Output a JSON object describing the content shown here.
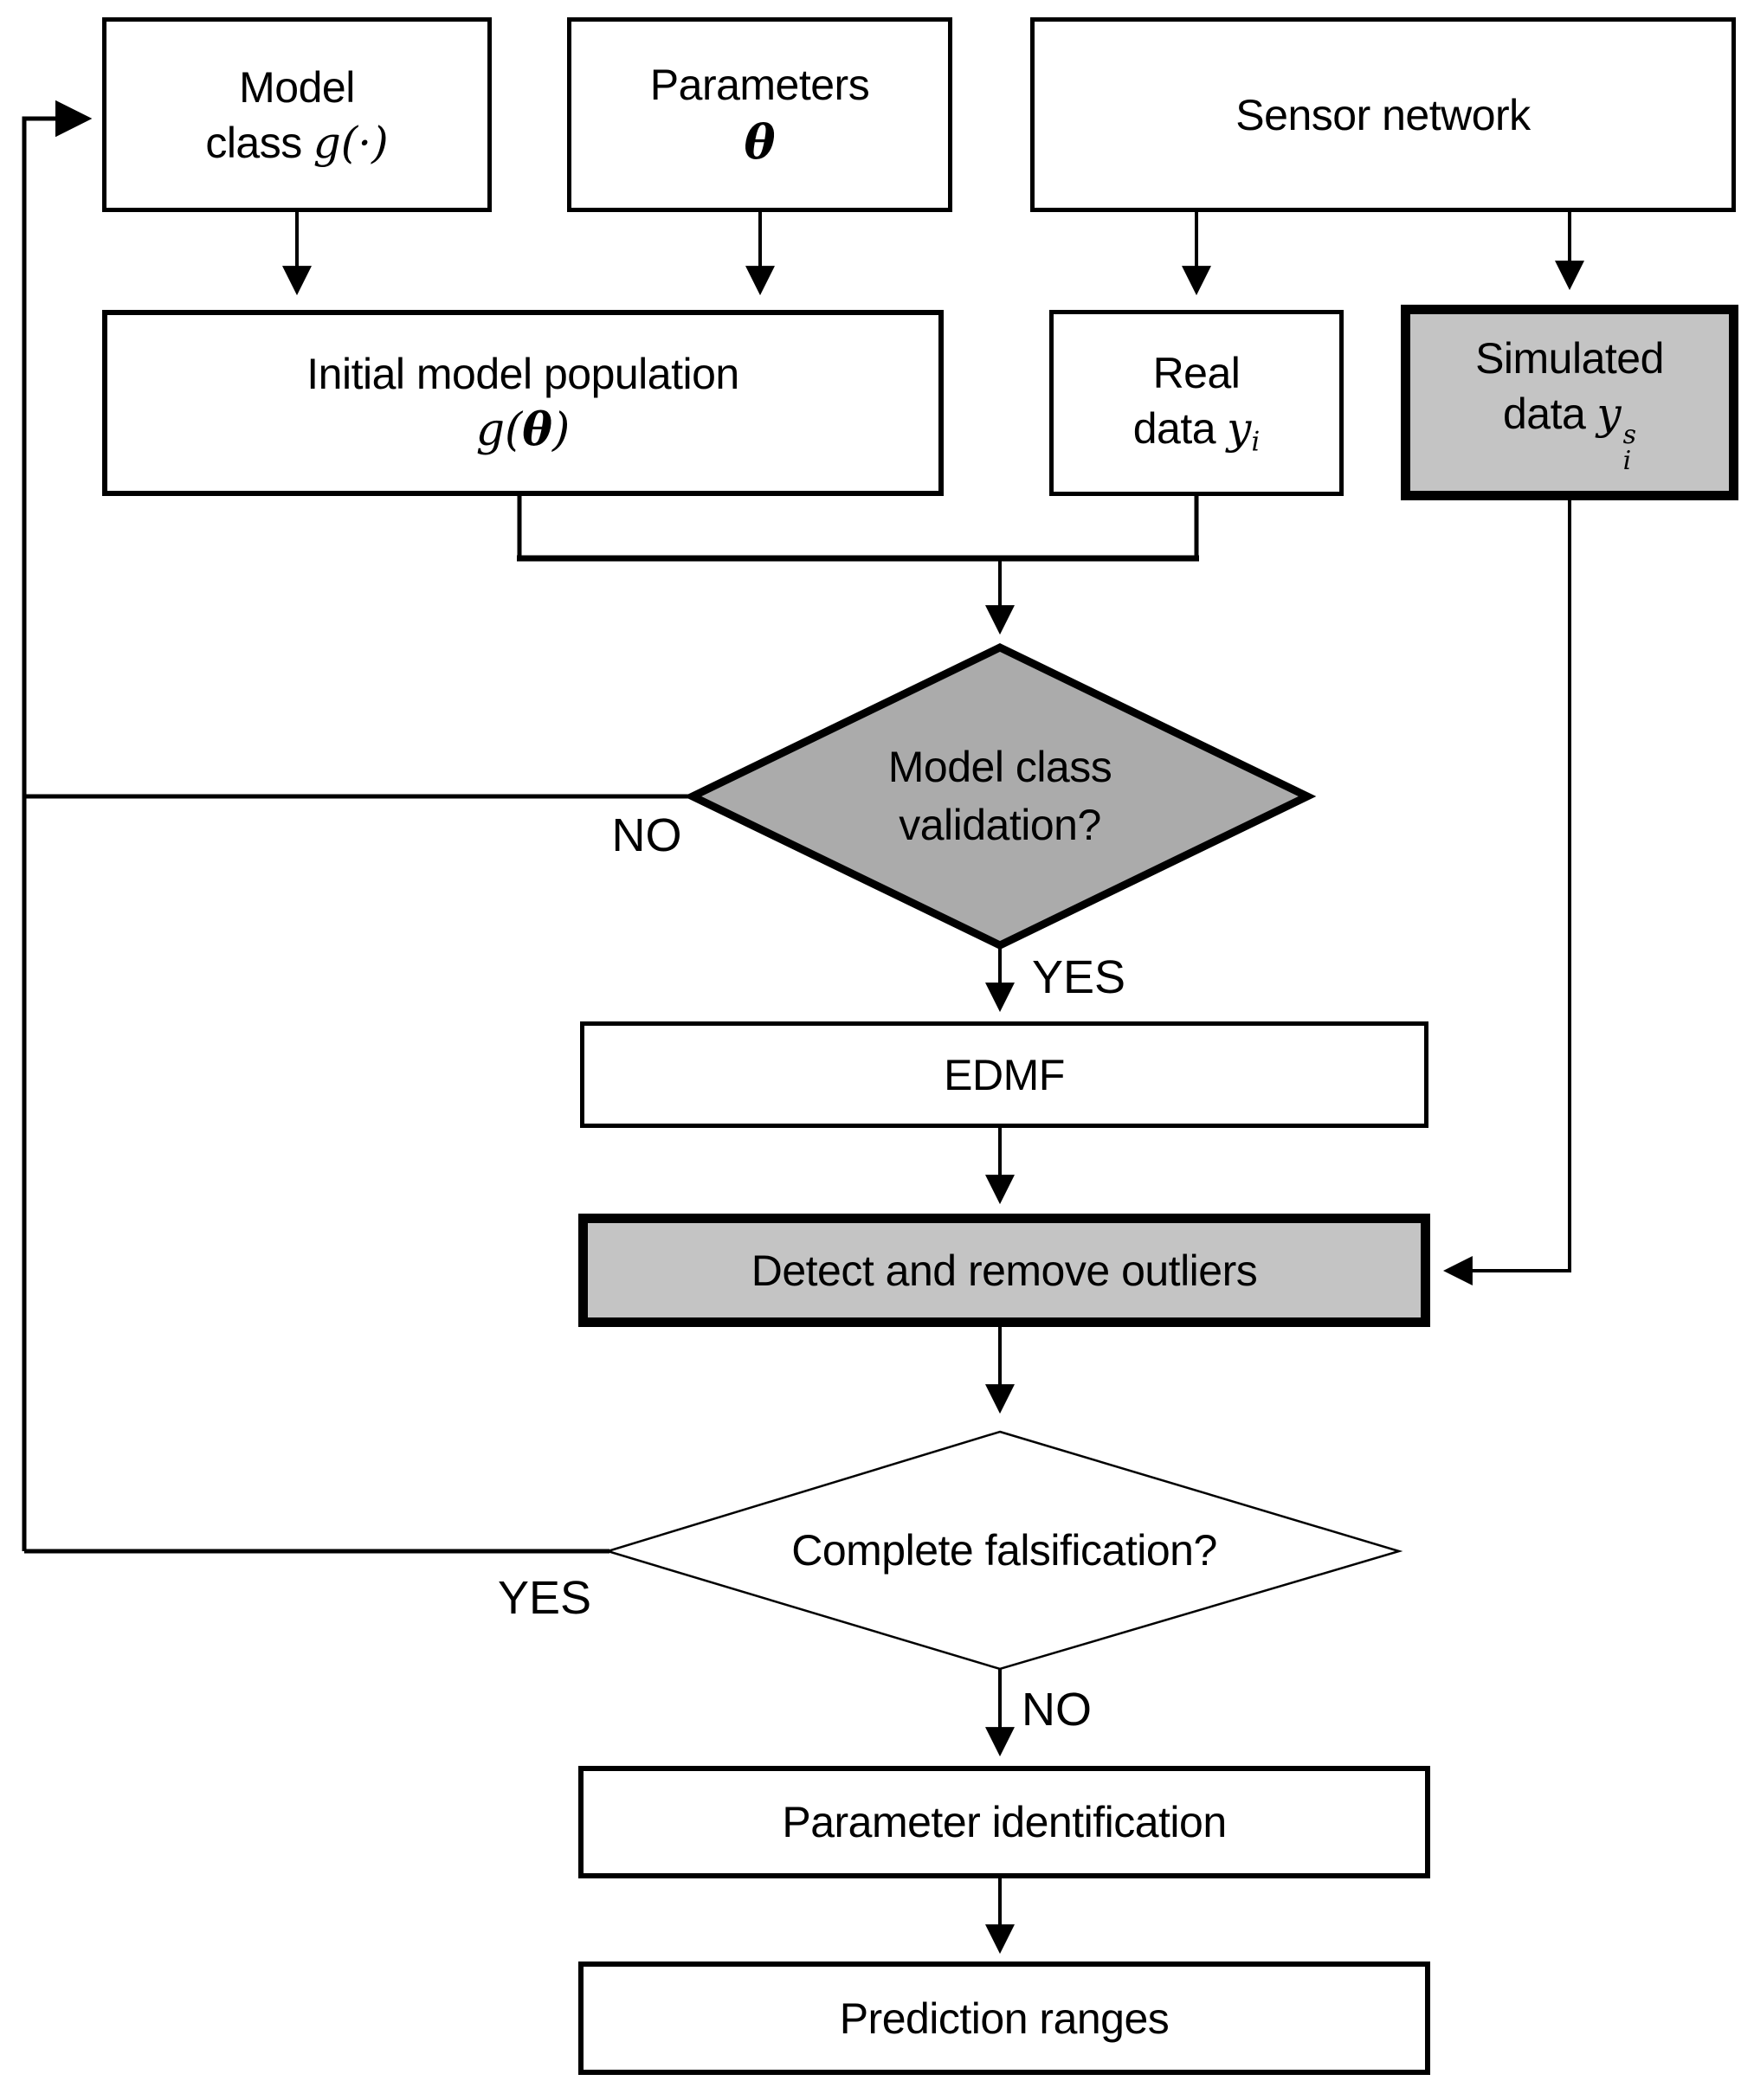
{
  "colors": {
    "line": "#000000",
    "plain_fill": "#ffffff",
    "shaded_box_fill": "#c4c4c4",
    "decision_fill": "#ababab"
  },
  "nodes": {
    "model_class": {
      "line1": "Model",
      "line2_text": "class",
      "line2_math": "g(·)"
    },
    "parameters": {
      "line1": "Parameters",
      "symbol": "θ"
    },
    "sensor_network": {
      "label": "Sensor network"
    },
    "initial_population": {
      "line1": "Initial model population",
      "math_open": "g(",
      "math_theta": "θ",
      "math_close": ")"
    },
    "real_data": {
      "line1": "Real",
      "line2_text": "data",
      "math_base": "y",
      "math_sub": "i"
    },
    "simulated_data": {
      "line1": "Simulated",
      "line2_text": "data",
      "math_base": "y",
      "math_sub": "i",
      "math_sup": "s"
    },
    "validation": {
      "line1": "Model class",
      "line2": "validation?"
    },
    "edmf": {
      "label": "EDMF"
    },
    "outliers": {
      "label": "Detect and remove outliers"
    },
    "falsification": {
      "label": "Complete falsification?"
    },
    "parameter_identification": {
      "label": "Parameter identification"
    },
    "prediction_ranges": {
      "label": "Prediction ranges"
    }
  },
  "edge_labels": {
    "validation_no": "NO",
    "validation_yes": "YES",
    "falsification_yes": "YES",
    "falsification_no": "NO"
  }
}
